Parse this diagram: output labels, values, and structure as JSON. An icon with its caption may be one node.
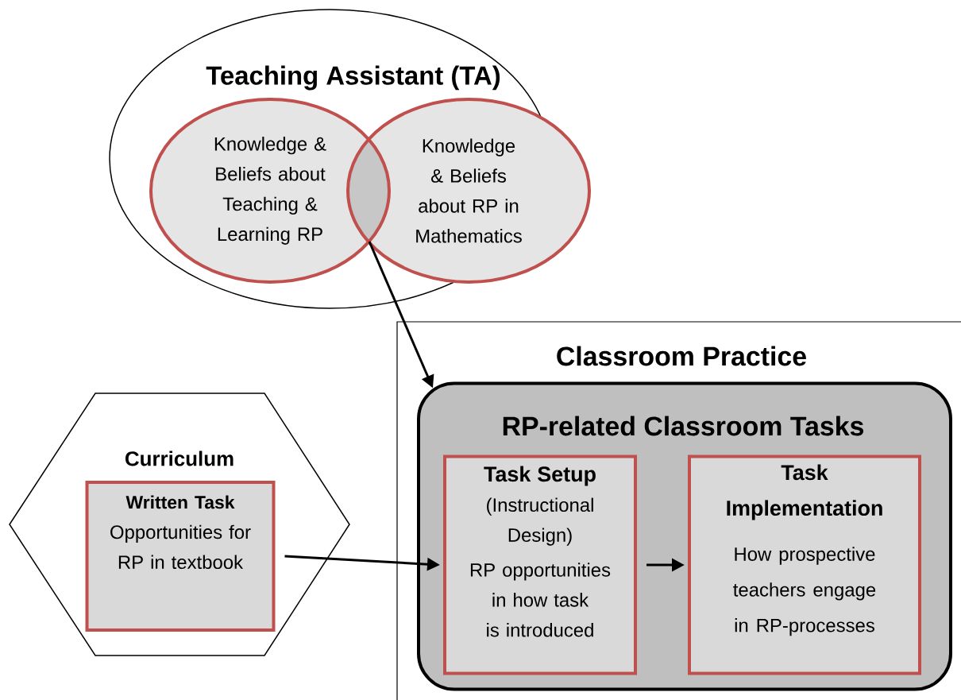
{
  "diagram": {
    "nodes": [
      {
        "text": [
          "Teaching Assistant (TA)"
        ]
      },
      {
        "text": [
          "Knowledge & Beliefs about Teaching & Learning RP"
        ],
        "in": 0
      },
      {
        "text": [
          "Knowledge & Beliefs about RP in Mathematics"
        ],
        "in": 0
      },
      {
        "text": [
          "Classroom Practice"
        ]
      },
      {
        "text": [
          "RP-related Classroom Tasks"
        ],
        "in": 3
      },
      {
        "text": [
          "Task Setup",
          "(Instructional Design)",
          "RP opportunities in how task is introduced"
        ],
        "in": 4
      },
      {
        "text": [
          "Task Implementation",
          "How prospective teachers engage in RP-processes"
        ],
        "in": 4
      },
      {
        "text": [
          "Curriculum"
        ]
      },
      {
        "text": [
          "Written Task",
          "Opportunities for RP in textbook"
        ],
        "in": 7
      }
    ],
    "edges": [
      {
        "from": 1,
        "to": 4,
        "arrow": "to"
      },
      {
        "from": 8,
        "to": 5,
        "arrow": "to"
      },
      {
        "from": 5,
        "to": 6,
        "arrow": "to"
      }
    ]
  }
}
